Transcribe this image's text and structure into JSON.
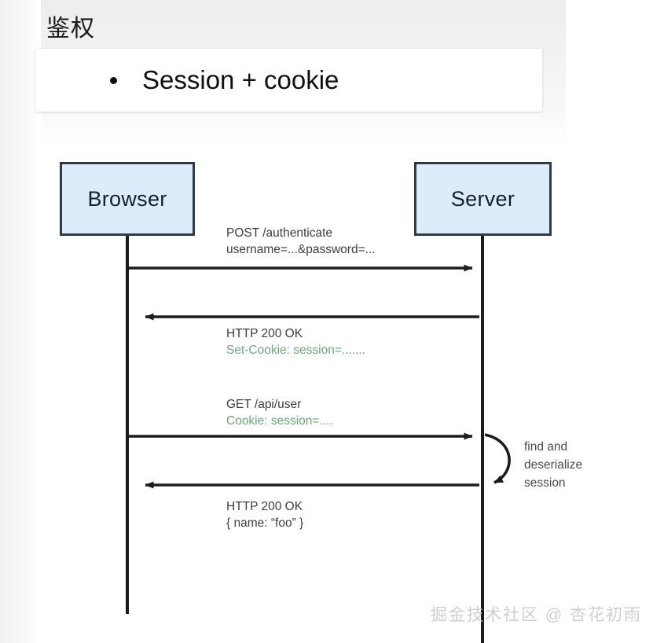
{
  "slide": {
    "title": "鉴权",
    "bullet": "Session + cookie",
    "bullet_marker": "bullet-dot"
  },
  "diagram": {
    "type": "sequence-diagram",
    "participants": [
      {
        "id": "browser",
        "label": "Browser"
      },
      {
        "id": "server",
        "label": "Server"
      }
    ],
    "messages": [
      {
        "index": 1,
        "from": "browser",
        "to": "server",
        "direction": "right",
        "lines": [
          {
            "text": "POST /authenticate",
            "color": "#3d3d3d"
          },
          {
            "text": "username=...&password=...",
            "color": "#3d3d3d"
          }
        ]
      },
      {
        "index": 2,
        "from": "server",
        "to": "browser",
        "direction": "left",
        "lines": [
          {
            "text": "HTTP 200 OK",
            "color": "#3d3d3d"
          },
          {
            "text": "Set-Cookie: session=.......",
            "color": "#6aa87a"
          }
        ]
      },
      {
        "index": 3,
        "from": "browser",
        "to": "server",
        "direction": "right",
        "lines": [
          {
            "text": "GET /api/user",
            "color": "#3d3d3d"
          },
          {
            "text": "Cookie: session=....",
            "color": "#6aa87a"
          }
        ]
      },
      {
        "index": 4,
        "from": "server",
        "to": "browser",
        "direction": "left",
        "lines": [
          {
            "text": "HTTP 200 OK",
            "color": "#3d3d3d"
          },
          {
            "text": "{ name: “foo” }",
            "color": "#3d3d3d"
          }
        ]
      }
    ],
    "self_loop": {
      "on": "server",
      "lines": [
        "find and",
        "deserialize",
        "session"
      ]
    },
    "colors": {
      "node_fill": "#dcecfa",
      "node_border": "#2f3a46",
      "line": "#1c1c1c",
      "text": "#3d3d3d",
      "cookie_green": "#6aa87a"
    }
  },
  "watermark": {
    "text": "掘金技术社区 @ 杏花初雨"
  }
}
